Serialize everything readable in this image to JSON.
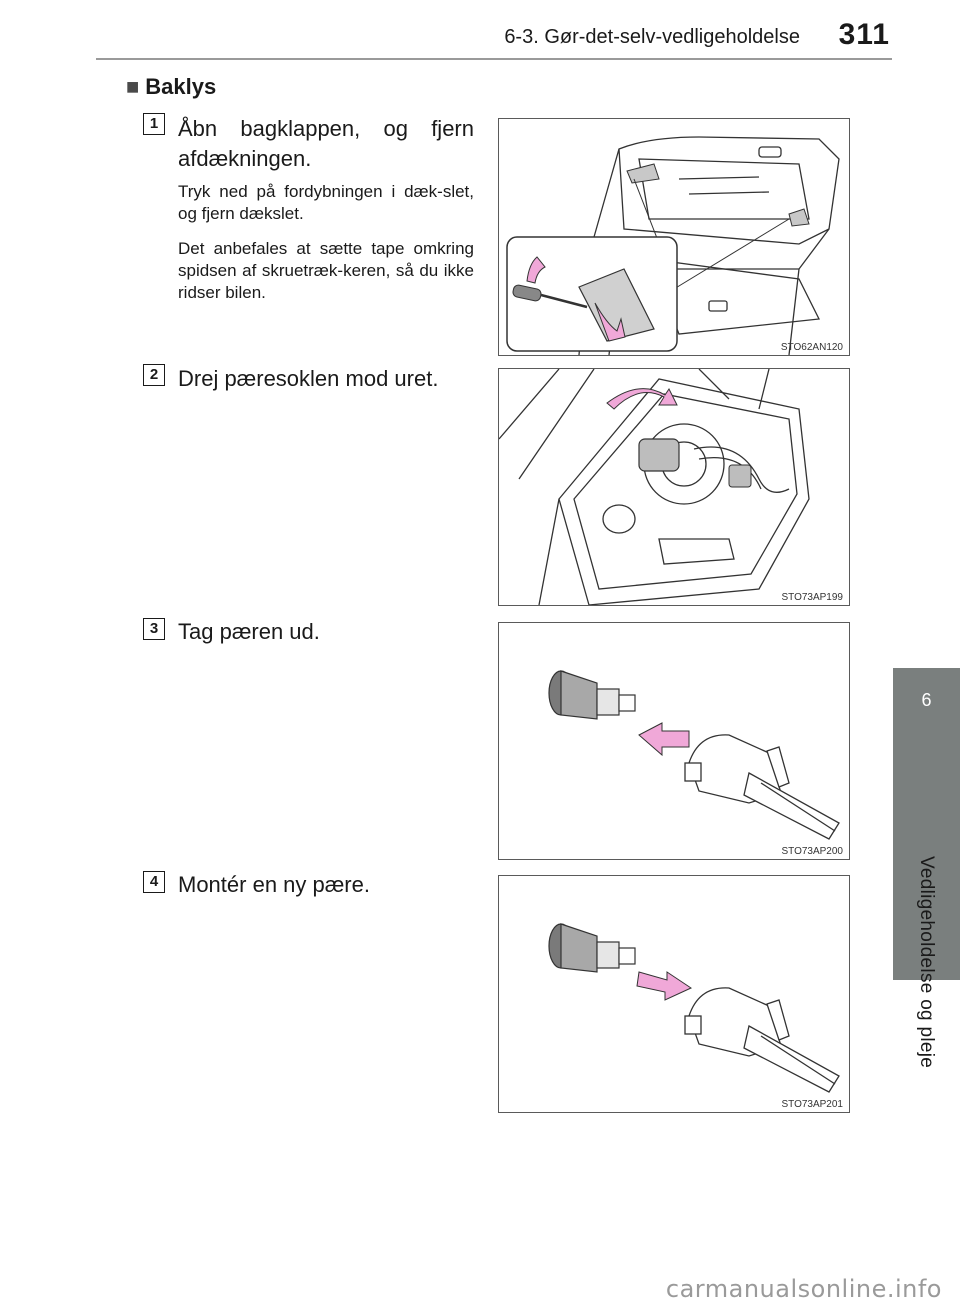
{
  "header": {
    "section_title": "6-3. Gør-det-selv-vedligeholdelse",
    "page_number": "311"
  },
  "side_tab": {
    "chapter_number": "6",
    "chapter_title": "Vedligeholdelse og pleje"
  },
  "section": {
    "bullet": "■",
    "heading": "Baklys"
  },
  "steps": [
    {
      "number": "1",
      "title_line1": "Åbn bagklappen, og fjern",
      "title_line2": "afdækningen.",
      "notes": [
        "Tryk ned på fordybningen i dæk-slet, og fjern dækslet.",
        "Det anbefales at sætte tape omkring spidsen af skruetræk-keren, så du ikke ridser bilen."
      ],
      "figure_code": "STO62AN120"
    },
    {
      "number": "2",
      "title_line1": "Drej pæresoklen mod uret.",
      "figure_code": "STO73AP199"
    },
    {
      "number": "3",
      "title_line1": "Tag pæren ud.",
      "figure_code": "STO73AP200"
    },
    {
      "number": "4",
      "title_line1": "Montér en ny pære.",
      "figure_code": "STO73AP201"
    }
  ],
  "watermark": "carmanualsonline.info",
  "colors": {
    "tab_gray": "#7a7f7e",
    "arrow_pink": "#f0a8d8",
    "rule_gray": "#9a9a9a"
  }
}
